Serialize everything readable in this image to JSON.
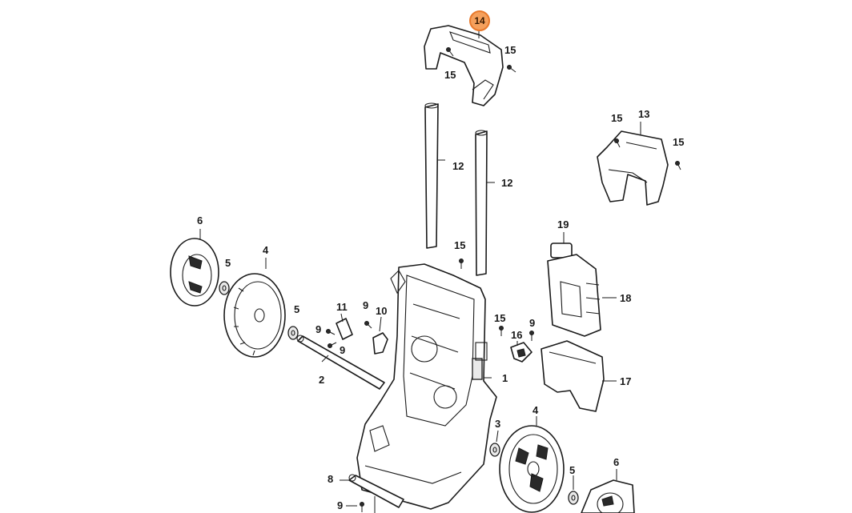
{
  "diagram": {
    "selected_part": "14",
    "highlight_color": "#e8782a",
    "labels": {
      "p14": "14",
      "p15a": "15",
      "p15b": "15",
      "p12a": "12",
      "p12b": "12",
      "p15c": "15",
      "p13": "13",
      "p15d": "15",
      "p19": "19",
      "p18": "18",
      "p17": "17",
      "p15e": "15",
      "p6a": "6",
      "p5a": "5",
      "p4a": "4",
      "p5b": "5",
      "p11": "11",
      "p9a": "9",
      "p9b": "9",
      "p10": "10",
      "p9c": "9",
      "p2": "2",
      "p1": "1",
      "p16": "16",
      "p9d": "9",
      "p3": "3",
      "p4b": "4",
      "p5c": "5",
      "p6b": "6",
      "p8": "8",
      "p9e": "9"
    }
  }
}
